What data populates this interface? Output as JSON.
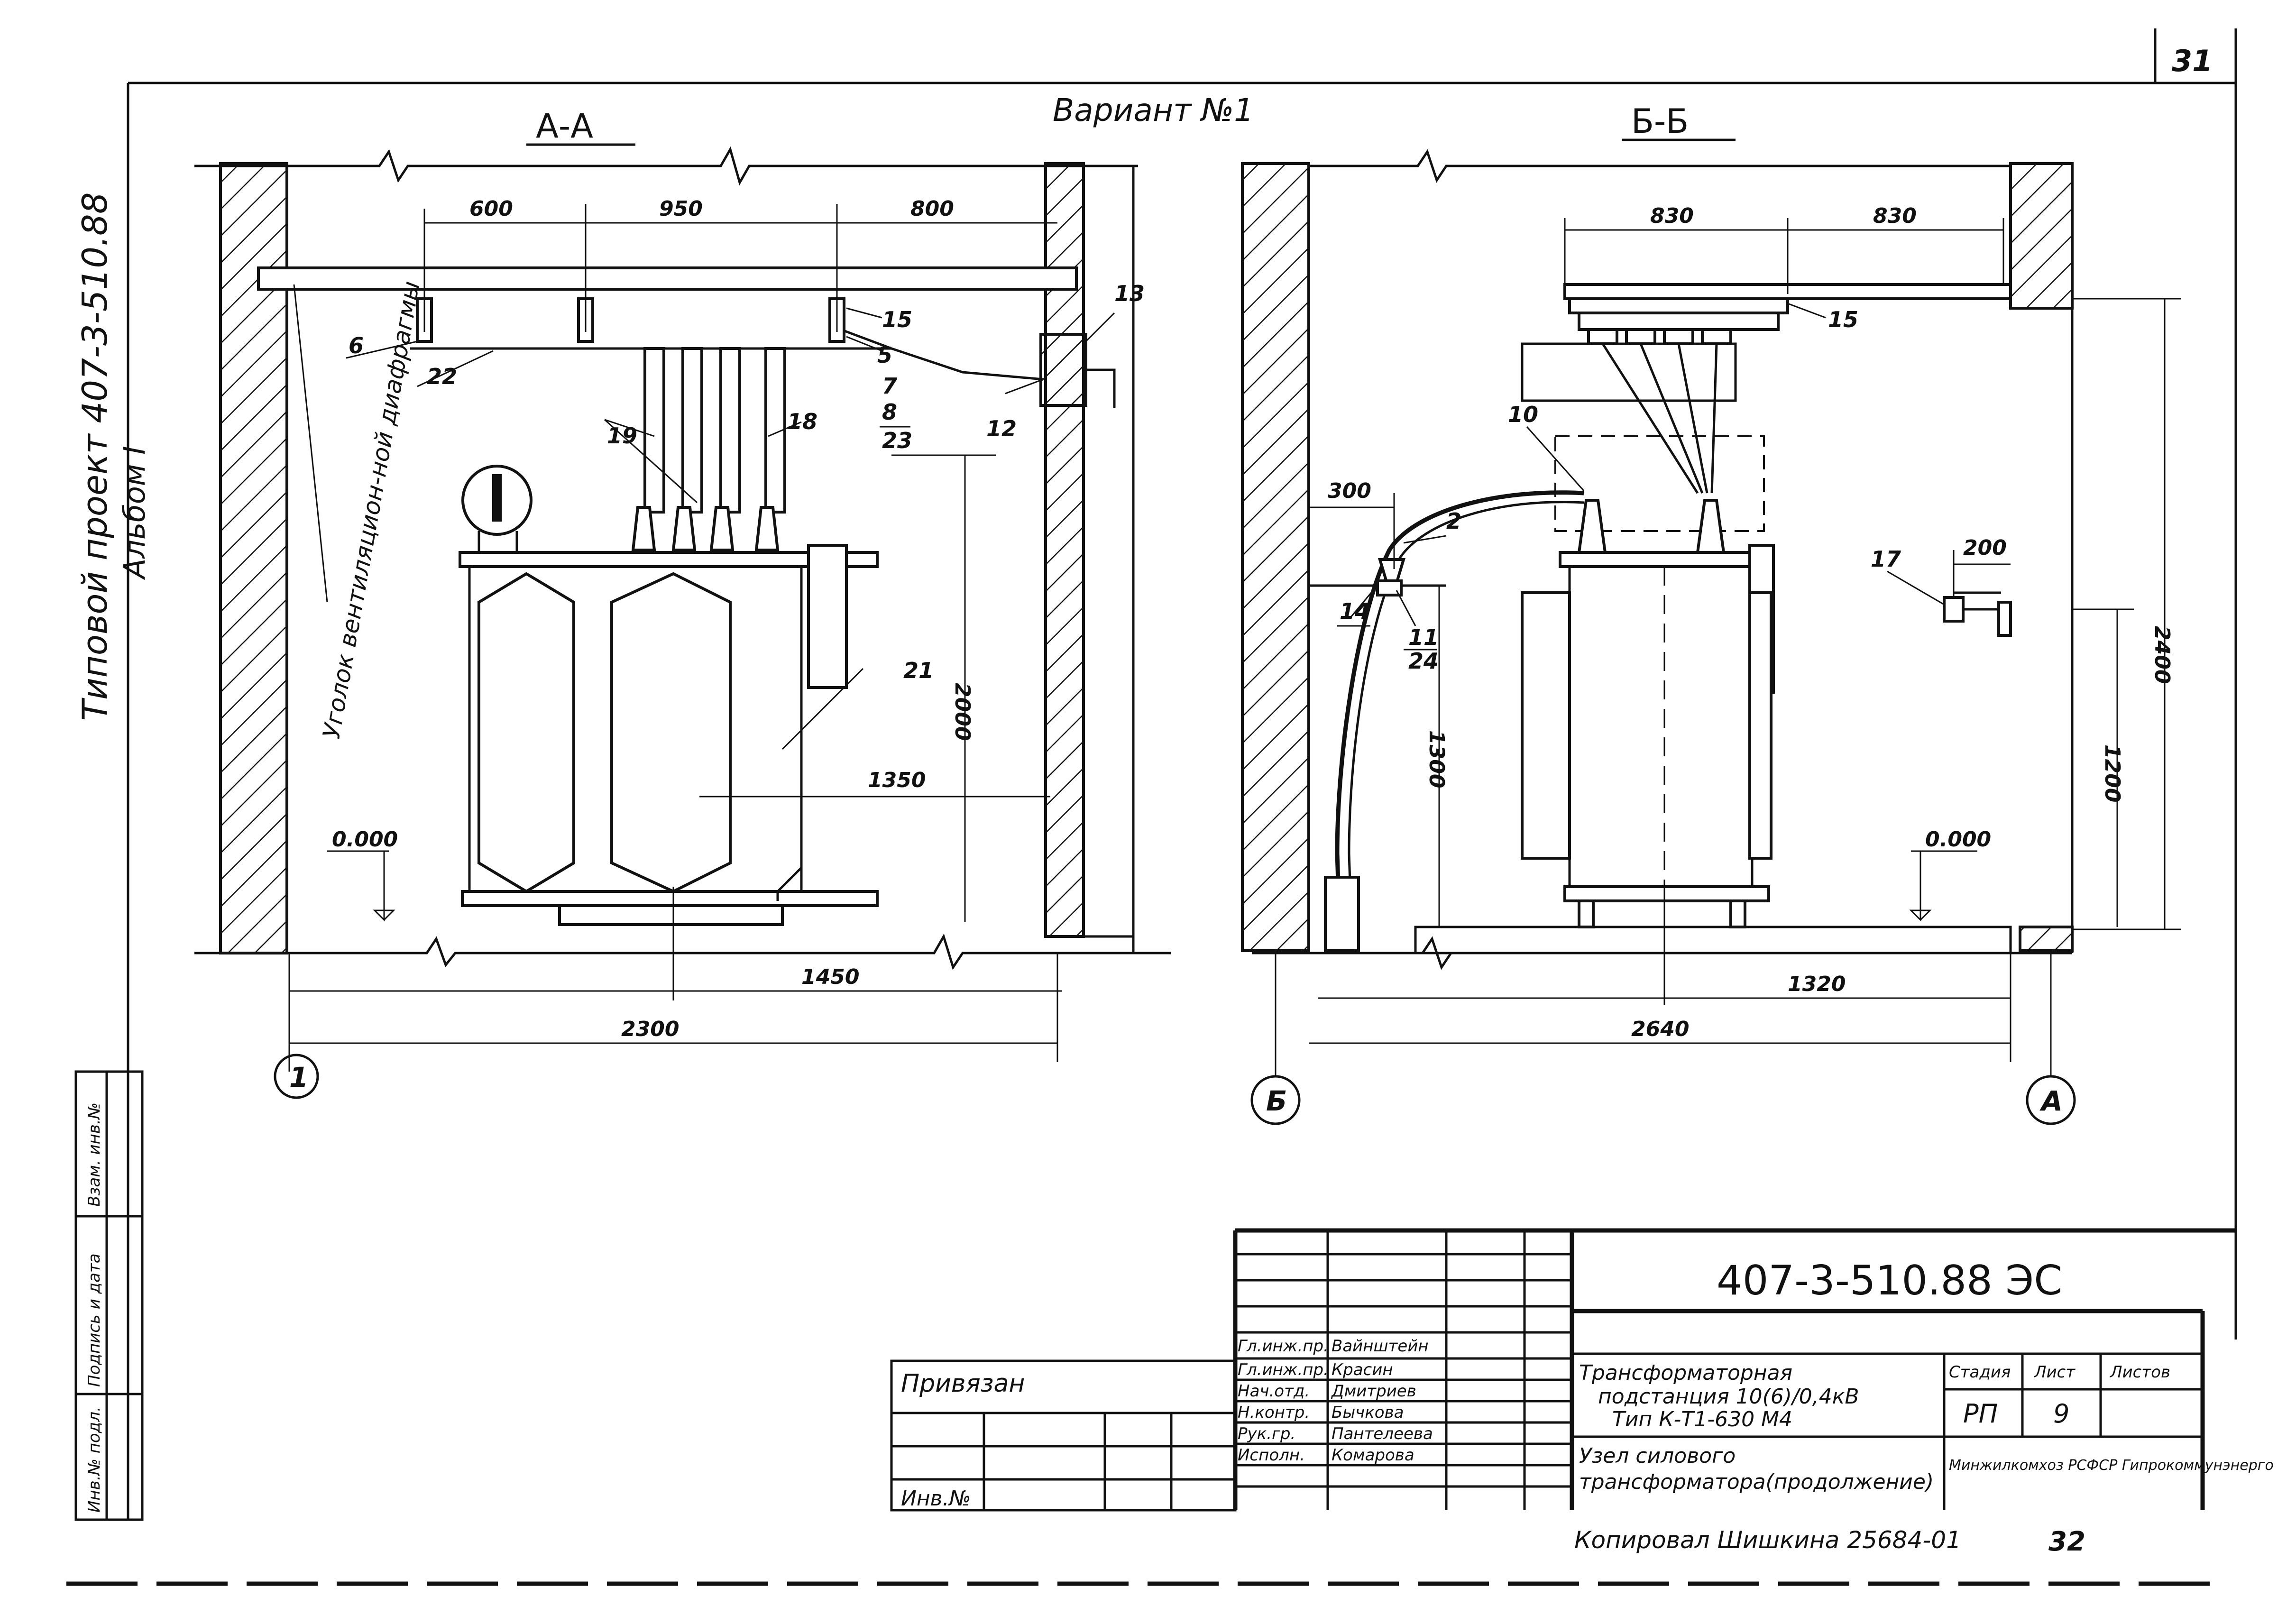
{
  "sheet": {
    "number": "31",
    "bottom_number": "32",
    "variant_title": "Вариант №1",
    "side_project_code": "Типовой проект 407-3-510.88",
    "side_album": "Альбом I",
    "checked_by": "Копировал Шишкина 25684-01"
  },
  "section_aa": {
    "title": "А-А",
    "vent_label": "Уголок вентиляцион-ной диафрагмы",
    "dims": {
      "d600": "600",
      "d950": "950",
      "d800": "800",
      "d2000": "2000",
      "d1350": "1350",
      "d1450": "1450",
      "d2300": "2300"
    },
    "level": "0.000",
    "axis": "1",
    "callouts": [
      "6",
      "22",
      "19",
      "18",
      "15",
      "5",
      "7",
      "8",
      "23",
      "12",
      "13",
      "21"
    ]
  },
  "section_bb": {
    "title": "Б-Б",
    "dims": {
      "d830a": "830",
      "d830b": "830",
      "d300": "300",
      "d200": "200",
      "d1300": "1300",
      "d1200": "1200",
      "d2400": "2400",
      "d1320": "1320",
      "d2640": "2640"
    },
    "level": "0.000",
    "axis_left": "Б",
    "axis_right": "А",
    "callouts": [
      "10",
      "2",
      "11",
      "24",
      "14",
      "17",
      "15"
    ]
  },
  "left_strip": {
    "cells": [
      "Взам. инв.№",
      "Подпись и дата",
      "Инв.№ подл."
    ]
  },
  "title_block": {
    "doc_code": "407-3-510.88 ЭС",
    "privyazan": "Привязан",
    "inv_no": "Инв.№",
    "roles": [
      "Гл.инж.пр.",
      "Гл.инж.пр.",
      "Нач.отд.",
      "Н.контр.",
      "Рук.гр.",
      "Исполн."
    ],
    "names": [
      "Вайнштейн",
      "Красин",
      "Дмитриев",
      "Бычкова",
      "Пантелеева",
      "Комарова"
    ],
    "project_name": [
      "Трансформаторная",
      "подстанция 10(6)/0,4кВ",
      "Тип К-Т1-630 М4"
    ],
    "sheet_name": [
      "Узел силового",
      "трансформатора(продолжение)"
    ],
    "stage_label": "Стадия",
    "sheet_label": "Лист",
    "sheets_label": "Листов",
    "stage": "РП",
    "sheet_no": "9",
    "organization": "Минжилкомхоз РСФСР Гипрокоммунэнерго"
  }
}
